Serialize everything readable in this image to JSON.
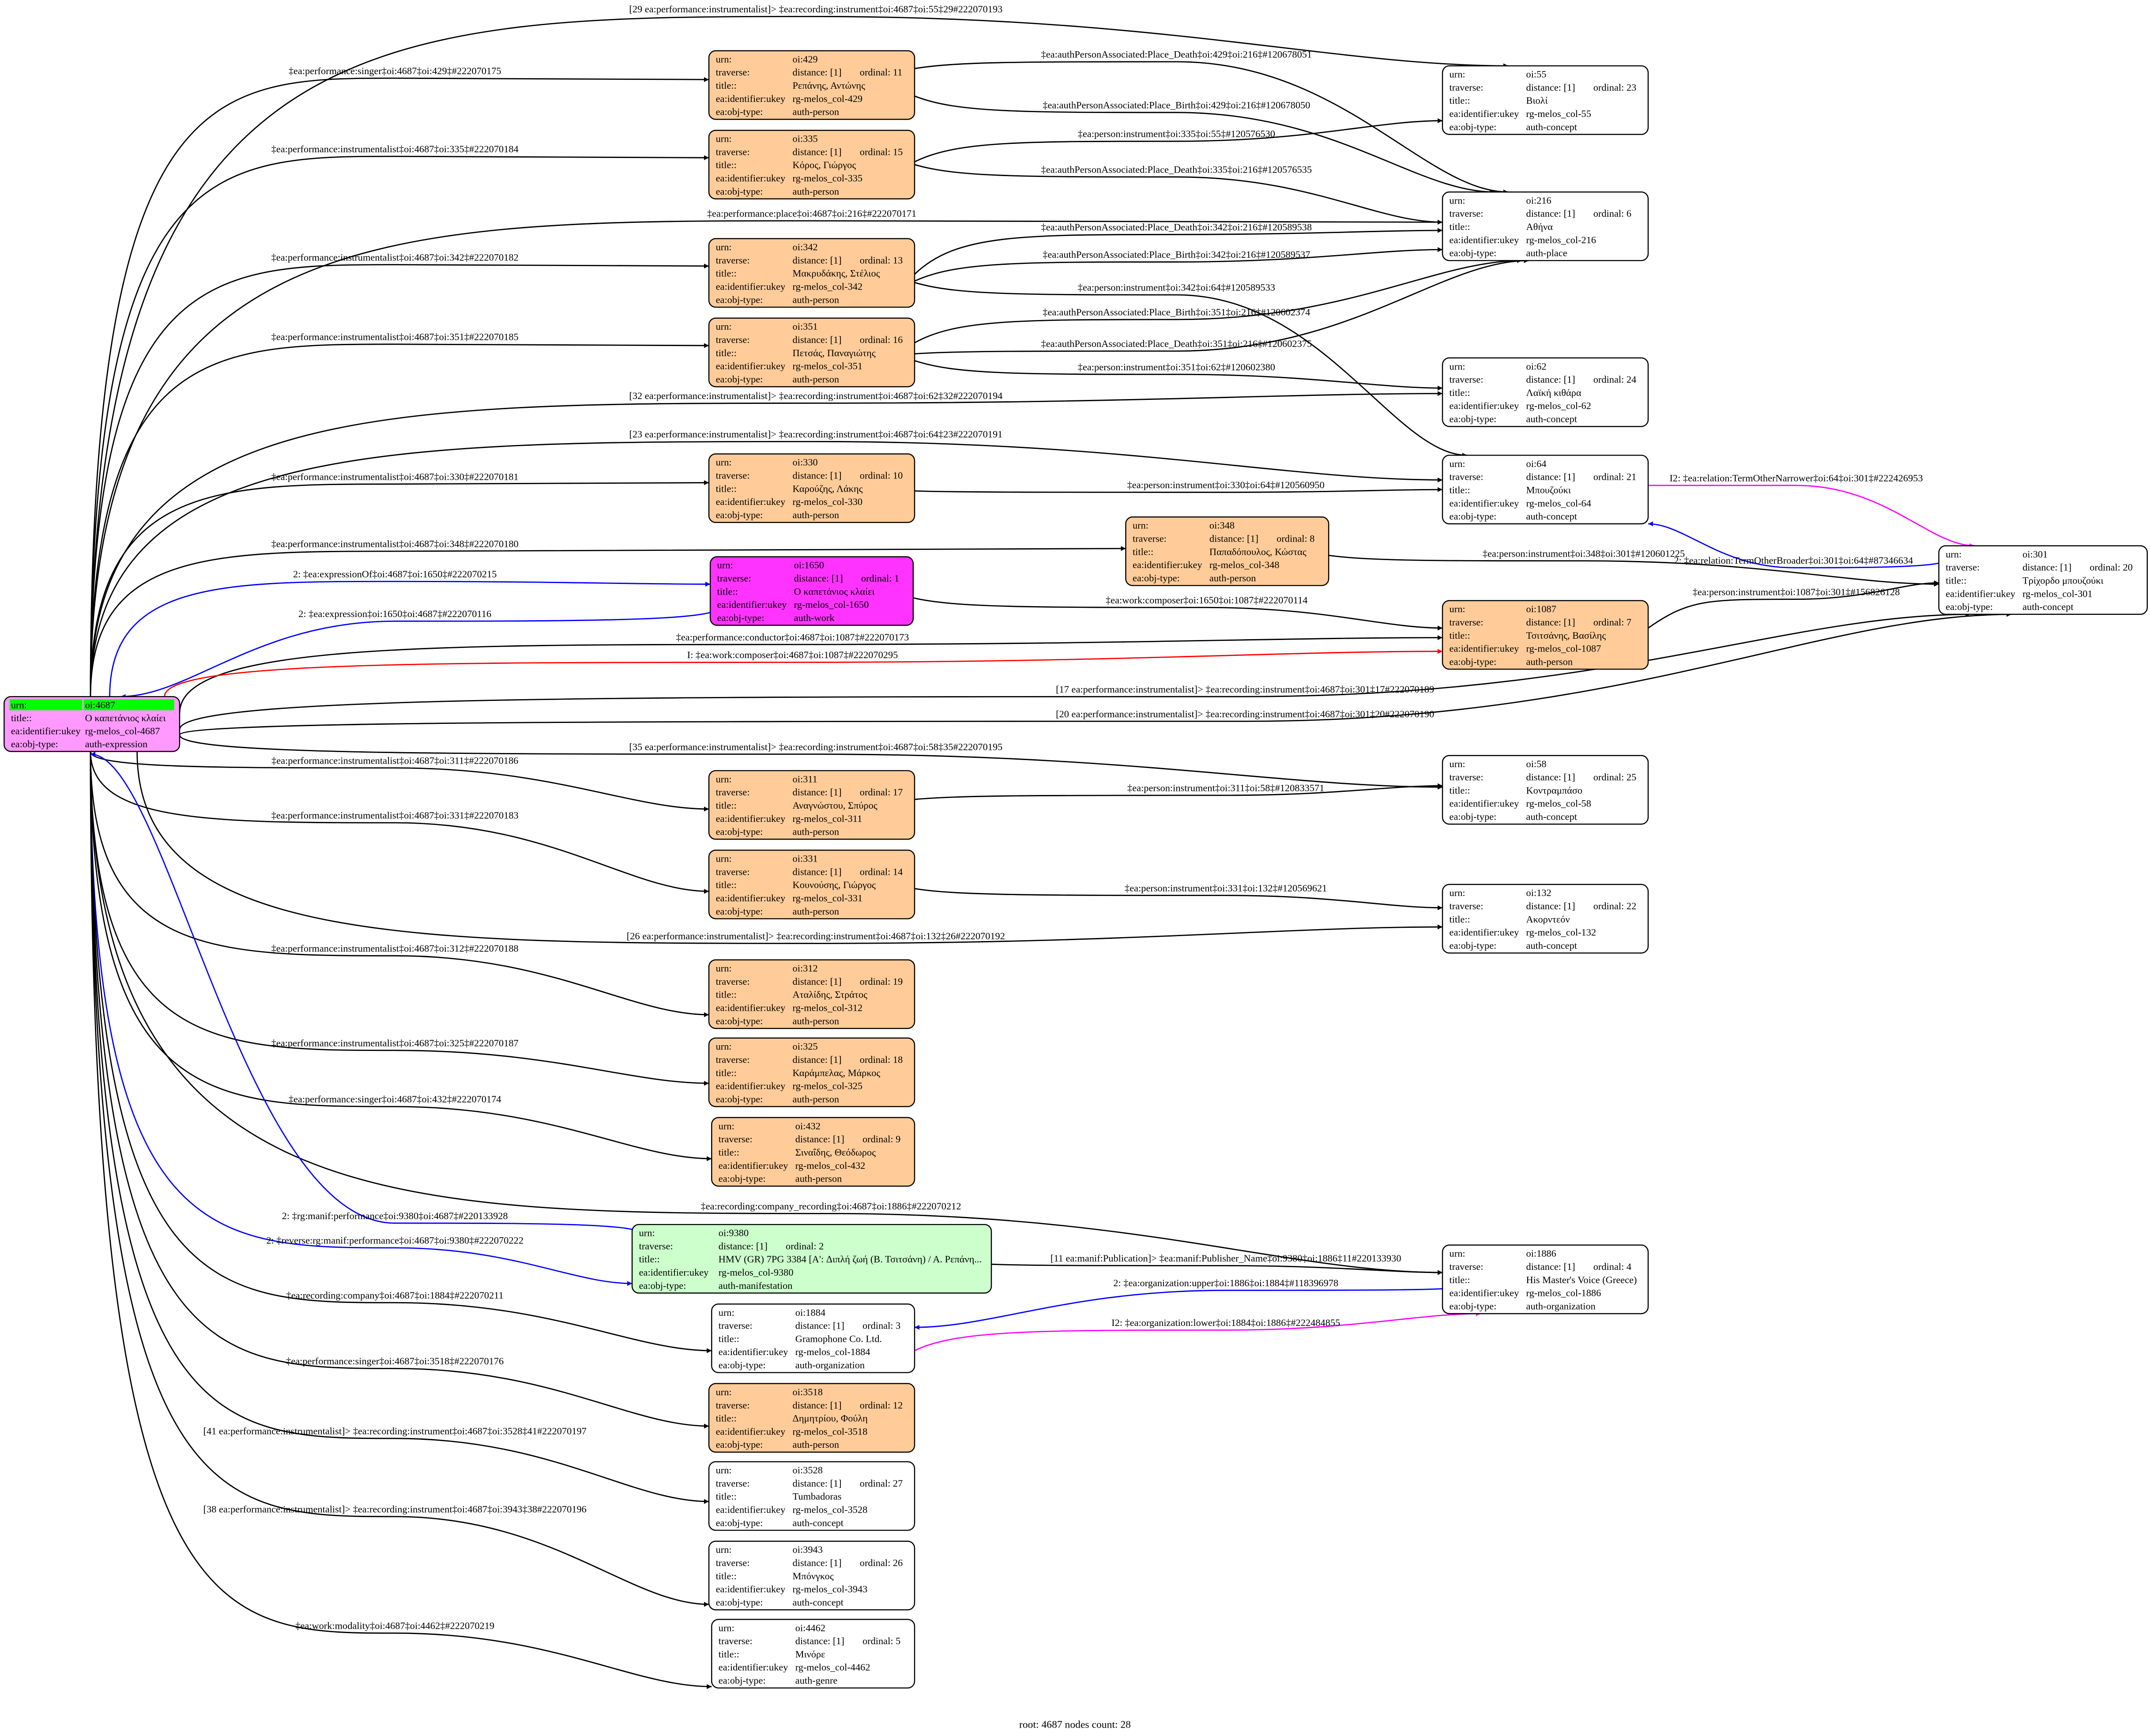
{
  "field_labels": {
    "urn": "urn:",
    "traverse": "traverse:",
    "title": "title::",
    "ukey": "ea:identifier:ukey",
    "type": "ea:obj-type:"
  },
  "colors": {
    "person": "#ffcc99",
    "work": "#ff33ff",
    "manifestation": "#ccffcc",
    "root": "#ff99ff",
    "root_highlight": "#00ff00",
    "concept": "#ffffff",
    "blue": "#0000ff",
    "red": "#ff0000",
    "magenta": "#ff00ff",
    "black": "#000000"
  },
  "footer": "root: 4687 nodes count: 28",
  "nodes": [
    {
      "urn": "oi:4687",
      "title": "Ο καπετάνιος κλαίει",
      "ukey": "rg-melos_col-4687",
      "type": "auth-expression",
      "fill": "#ff99ff",
      "root": true
    },
    {
      "urn": "oi:429",
      "traverse": "distance: [1]",
      "ordinal": "ordinal: 11",
      "title": "Ρεπάνης, Αντώνης",
      "ukey": "rg-melos_col-429",
      "type": "auth-person",
      "fill": "#ffcc99"
    },
    {
      "urn": "oi:335",
      "traverse": "distance: [1]",
      "ordinal": "ordinal: 15",
      "title": "Κόρος, Γιώργος",
      "ukey": "rg-melos_col-335",
      "type": "auth-person",
      "fill": "#ffcc99"
    },
    {
      "urn": "oi:342",
      "traverse": "distance: [1]",
      "ordinal": "ordinal: 13",
      "title": "Μακρυδάκης, Στέλιος",
      "ukey": "rg-melos_col-342",
      "type": "auth-person",
      "fill": "#ffcc99"
    },
    {
      "urn": "oi:351",
      "traverse": "distance: [1]",
      "ordinal": "ordinal: 16",
      "title": "Πετσάς, Παναγιώτης",
      "ukey": "rg-melos_col-351",
      "type": "auth-person",
      "fill": "#ffcc99"
    },
    {
      "urn": "oi:330",
      "traverse": "distance: [1]",
      "ordinal": "ordinal: 10",
      "title": "Καρούζης, Λάκης",
      "ukey": "rg-melos_col-330",
      "type": "auth-person",
      "fill": "#ffcc99"
    },
    {
      "urn": "oi:348",
      "traverse": "distance: [1]",
      "ordinal": "ordinal: 8",
      "title": "Παπαδόπουλος, Κώστας",
      "ukey": "rg-melos_col-348",
      "type": "auth-person",
      "fill": "#ffcc99"
    },
    {
      "urn": "oi:1650",
      "traverse": "distance: [1]",
      "ordinal": "ordinal: 1",
      "title": "Ο καπετάνιος κλαίει",
      "ukey": "rg-melos_col-1650",
      "type": "auth-work",
      "fill": "#ff33ff"
    },
    {
      "urn": "oi:1087",
      "traverse": "distance: [1]",
      "ordinal": "ordinal: 7",
      "title": "Τσιτσάνης, Βασίλης",
      "ukey": "rg-melos_col-1087",
      "type": "auth-person",
      "fill": "#ffcc99"
    },
    {
      "urn": "oi:311",
      "traverse": "distance: [1]",
      "ordinal": "ordinal: 17",
      "title": "Αναγνώστου, Σπύρος",
      "ukey": "rg-melos_col-311",
      "type": "auth-person",
      "fill": "#ffcc99"
    },
    {
      "urn": "oi:331",
      "traverse": "distance: [1]",
      "ordinal": "ordinal: 14",
      "title": "Κουνούσης, Γιώργος",
      "ukey": "rg-melos_col-331",
      "type": "auth-person",
      "fill": "#ffcc99"
    },
    {
      "urn": "oi:312",
      "traverse": "distance: [1]",
      "ordinal": "ordinal: 19",
      "title": "Αταλίδης, Στράτος",
      "ukey": "rg-melos_col-312",
      "type": "auth-person",
      "fill": "#ffcc99"
    },
    {
      "urn": "oi:325",
      "traverse": "distance: [1]",
      "ordinal": "ordinal: 18",
      "title": "Καράμπελας, Μάρκος",
      "ukey": "rg-melos_col-325",
      "type": "auth-person",
      "fill": "#ffcc99"
    },
    {
      "urn": "oi:432",
      "traverse": "distance: [1]",
      "ordinal": "ordinal: 9",
      "title": "Σιναΐδης, Θεόδωρος",
      "ukey": "rg-melos_col-432",
      "type": "auth-person",
      "fill": "#ffcc99"
    },
    {
      "urn": "oi:9380",
      "traverse": "distance: [1]",
      "ordinal": "ordinal: 2",
      "title": "HMV (GR) 7PG 3384 [A': Διπλή ζωή (Β. Τσιτσάνη) / Α. Ρεπάνη...",
      "ukey": "rg-melos_col-9380",
      "type": "auth-manifestation",
      "fill": "#ccffcc"
    },
    {
      "urn": "oi:1884",
      "traverse": "distance: [1]",
      "ordinal": "ordinal: 3",
      "title": "Gramophone Co. Ltd.",
      "ukey": "rg-melos_col-1884",
      "type": "auth-organization",
      "fill": "#ffffff"
    },
    {
      "urn": "oi:3518",
      "traverse": "distance: [1]",
      "ordinal": "ordinal: 12",
      "title": "Δημητρίου, Φούλη",
      "ukey": "rg-melos_col-3518",
      "type": "auth-person",
      "fill": "#ffcc99"
    },
    {
      "urn": "oi:3528",
      "traverse": "distance: [1]",
      "ordinal": "ordinal: 27",
      "title": "Tumbadoras",
      "ukey": "rg-melos_col-3528",
      "type": "auth-concept",
      "fill": "#ffffff"
    },
    {
      "urn": "oi:3943",
      "traverse": "distance: [1]",
      "ordinal": "ordinal: 26",
      "title": "Μπόνγκος",
      "ukey": "rg-melos_col-3943",
      "type": "auth-concept",
      "fill": "#ffffff"
    },
    {
      "urn": "oi:4462",
      "traverse": "distance: [1]",
      "ordinal": "ordinal: 5",
      "title": "Μινόρε",
      "ukey": "rg-melos_col-4462",
      "type": "auth-genre",
      "fill": "#ffffff"
    },
    {
      "urn": "oi:55",
      "traverse": "distance: [1]",
      "ordinal": "ordinal: 23",
      "title": "Βιολί",
      "ukey": "rg-melos_col-55",
      "type": "auth-concept",
      "fill": "#ffffff"
    },
    {
      "urn": "oi:216",
      "traverse": "distance: [1]",
      "ordinal": "ordinal: 6",
      "title": "Αθήνα",
      "ukey": "rg-melos_col-216",
      "type": "auth-place",
      "fill": "#ffffff"
    },
    {
      "urn": "oi:62",
      "traverse": "distance: [1]",
      "ordinal": "ordinal: 24",
      "title": "Λαϊκή κιθάρα",
      "ukey": "rg-melos_col-62",
      "type": "auth-concept",
      "fill": "#ffffff"
    },
    {
      "urn": "oi:64",
      "traverse": "distance: [1]",
      "ordinal": "ordinal: 21",
      "title": "Μπουζούκι",
      "ukey": "rg-melos_col-64",
      "type": "auth-concept",
      "fill": "#ffffff"
    },
    {
      "urn": "oi:301",
      "traverse": "distance: [1]",
      "ordinal": "ordinal: 20",
      "title": "Τρίχορδο μπουζούκι",
      "ukey": "rg-melos_col-301",
      "type": "auth-concept",
      "fill": "#ffffff"
    },
    {
      "urn": "oi:58",
      "traverse": "distance: [1]",
      "ordinal": "ordinal: 25",
      "title": "Κοντραμπάσο",
      "ukey": "rg-melos_col-58",
      "type": "auth-concept",
      "fill": "#ffffff"
    },
    {
      "urn": "oi:132",
      "traverse": "distance: [1]",
      "ordinal": "ordinal: 22",
      "title": "Ακορντεόν",
      "ukey": "rg-melos_col-132",
      "type": "auth-concept",
      "fill": "#ffffff"
    },
    {
      "urn": "oi:1886",
      "traverse": "distance: [1]",
      "ordinal": "ordinal: 4",
      "title": "His Master's Voice (Greece)",
      "ukey": "rg-melos_col-1886",
      "type": "auth-organization",
      "fill": "#ffffff"
    }
  ],
  "edges": [
    {
      "from": "oi:4687",
      "to": "oi:55",
      "label": "[29 ea:performance:instrumentalist]> ‡ea:recording:instrument‡oi:4687‡oi:55‡29#222070193",
      "color": "#000000"
    },
    {
      "from": "oi:4687",
      "to": "oi:429",
      "label": "‡ea:performance:singer‡oi:4687‡oi:429‡#222070175",
      "color": "#000000"
    },
    {
      "from": "oi:4687",
      "to": "oi:335",
      "label": "‡ea:performance:instrumentalist‡oi:4687‡oi:335‡#222070184",
      "color": "#000000"
    },
    {
      "from": "oi:4687",
      "to": "oi:216",
      "label": "‡ea:performance:place‡oi:4687‡oi:216‡#222070171",
      "color": "#000000"
    },
    {
      "from": "oi:4687",
      "to": "oi:342",
      "label": "‡ea:performance:instrumentalist‡oi:4687‡oi:342‡#222070182",
      "color": "#000000"
    },
    {
      "from": "oi:4687",
      "to": "oi:351",
      "label": "‡ea:performance:instrumentalist‡oi:4687‡oi:351‡#222070185",
      "color": "#000000"
    },
    {
      "from": "oi:4687",
      "to": "oi:62",
      "label": "[32 ea:performance:instrumentalist]> ‡ea:recording:instrument‡oi:4687‡oi:62‡32#222070194",
      "color": "#000000"
    },
    {
      "from": "oi:4687",
      "to": "oi:64",
      "label": "[23 ea:performance:instrumentalist]> ‡ea:recording:instrument‡oi:4687‡oi:64‡23#222070191",
      "color": "#000000"
    },
    {
      "from": "oi:4687",
      "to": "oi:330",
      "label": "‡ea:performance:instrumentalist‡oi:4687‡oi:330‡#222070181",
      "color": "#000000"
    },
    {
      "from": "oi:4687",
      "to": "oi:348",
      "label": "‡ea:performance:instrumentalist‡oi:4687‡oi:348‡#222070180",
      "color": "#000000"
    },
    {
      "from": "oi:4687",
      "to": "oi:1650",
      "label": "2: ‡ea:expressionOf‡oi:4687‡oi:1650‡#222070215",
      "color": "#0000ff"
    },
    {
      "from": "oi:1650",
      "to": "oi:4687",
      "label": "2: ‡ea:expression‡oi:1650‡oi:4687‡#222070116",
      "color": "#0000ff"
    },
    {
      "from": "oi:4687",
      "to": "oi:1087",
      "label": "‡ea:performance:conductor‡oi:4687‡oi:1087‡#222070173",
      "color": "#000000"
    },
    {
      "from": "oi:4687",
      "to": "oi:1087",
      "label": "I: ‡ea:work:composer‡oi:4687‡oi:1087‡#222070295",
      "color": "#ff0000"
    },
    {
      "from": "oi:4687",
      "to": "oi:301",
      "label": "[17 ea:performance:instrumentalist]> ‡ea:recording:instrument‡oi:4687‡oi:301‡17#222070189",
      "color": "#000000"
    },
    {
      "from": "oi:4687",
      "to": "oi:301",
      "label": "[20 ea:performance:instrumentalist]> ‡ea:recording:instrument‡oi:4687‡oi:301‡20#222070190",
      "color": "#000000"
    },
    {
      "from": "oi:4687",
      "to": "oi:58",
      "label": "[35 ea:performance:instrumentalist]> ‡ea:recording:instrument‡oi:4687‡oi:58‡35#222070195",
      "color": "#000000"
    },
    {
      "from": "oi:4687",
      "to": "oi:311",
      "label": "‡ea:performance:instrumentalist‡oi:4687‡oi:311‡#222070186",
      "color": "#000000"
    },
    {
      "from": "oi:4687",
      "to": "oi:331",
      "label": "‡ea:performance:instrumentalist‡oi:4687‡oi:331‡#222070183",
      "color": "#000000"
    },
    {
      "from": "oi:4687",
      "to": "oi:132",
      "label": "[26 ea:performance:instrumentalist]> ‡ea:recording:instrument‡oi:4687‡oi:132‡26#222070192",
      "color": "#000000"
    },
    {
      "from": "oi:4687",
      "to": "oi:312",
      "label": "‡ea:performance:instrumentalist‡oi:4687‡oi:312‡#222070188",
      "color": "#000000"
    },
    {
      "from": "oi:4687",
      "to": "oi:325",
      "label": "‡ea:performance:instrumentalist‡oi:4687‡oi:325‡#222070187",
      "color": "#000000"
    },
    {
      "from": "oi:4687",
      "to": "oi:432",
      "label": "‡ea:performance:singer‡oi:4687‡oi:432‡#222070174",
      "color": "#000000"
    },
    {
      "from": "oi:4687",
      "to": "oi:1886",
      "label": "‡ea:recording:company_recording‡oi:4687‡oi:1886‡#222070212",
      "color": "#000000"
    },
    {
      "from": "oi:9380",
      "to": "oi:4687",
      "label": "2: ‡rg:manif:performance‡oi:9380‡oi:4687‡#220133928",
      "color": "#0000ff"
    },
    {
      "from": "oi:4687",
      "to": "oi:9380",
      "label": "2: ‡reverse:rg:manif:performance‡oi:4687‡oi:9380‡#222070222",
      "color": "#0000ff"
    },
    {
      "from": "oi:4687",
      "to": "oi:1884",
      "label": "‡ea:recording:company‡oi:4687‡oi:1884‡#222070211",
      "color": "#000000"
    },
    {
      "from": "oi:4687",
      "to": "oi:3518",
      "label": "‡ea:performance:singer‡oi:4687‡oi:3518‡#222070176",
      "color": "#000000"
    },
    {
      "from": "oi:4687",
      "to": "oi:3528",
      "label": "[41 ea:performance:instrumentalist]> ‡ea:recording:instrument‡oi:4687‡oi:3528‡41#222070197",
      "color": "#000000"
    },
    {
      "from": "oi:4687",
      "to": "oi:3943",
      "label": "[38 ea:performance:instrumentalist]> ‡ea:recording:instrument‡oi:4687‡oi:3943‡38#222070196",
      "color": "#000000"
    },
    {
      "from": "oi:4687",
      "to": "oi:4462",
      "label": "‡ea:work:modality‡oi:4687‡oi:4462‡#222070219",
      "color": "#000000"
    },
    {
      "from": "oi:429",
      "to": "oi:216",
      "label": "‡ea:authPersonAssociated:Place_Death‡oi:429‡oi:216‡#120678051",
      "color": "#000000"
    },
    {
      "from": "oi:429",
      "to": "oi:216",
      "label": "‡ea:authPersonAssociated:Place_Birth‡oi:429‡oi:216‡#120678050",
      "color": "#000000"
    },
    {
      "from": "oi:335",
      "to": "oi:55",
      "label": "‡ea:person:instrument‡oi:335‡oi:55‡#120576530",
      "color": "#000000"
    },
    {
      "from": "oi:335",
      "to": "oi:216",
      "label": "‡ea:authPersonAssociated:Place_Death‡oi:335‡oi:216‡#120576535",
      "color": "#000000"
    },
    {
      "from": "oi:342",
      "to": "oi:216",
      "label": "‡ea:authPersonAssociated:Place_Death‡oi:342‡oi:216‡#120589538",
      "color": "#000000"
    },
    {
      "from": "oi:342",
      "to": "oi:216",
      "label": "‡ea:authPersonAssociated:Place_Birth‡oi:342‡oi:216‡#120589537",
      "color": "#000000"
    },
    {
      "from": "oi:342",
      "to": "oi:64",
      "label": "‡ea:person:instrument‡oi:342‡oi:64‡#120589533",
      "color": "#000000"
    },
    {
      "from": "oi:351",
      "to": "oi:216",
      "label": "‡ea:authPersonAssociated:Place_Birth‡oi:351‡oi:216‡#120602374",
      "color": "#000000"
    },
    {
      "from": "oi:351",
      "to": "oi:216",
      "label": "‡ea:authPersonAssociated:Place_Death‡oi:351‡oi:216‡#120602375",
      "color": "#000000"
    },
    {
      "from": "oi:351",
      "to": "oi:62",
      "label": "‡ea:person:instrument‡oi:351‡oi:62‡#120602380",
      "color": "#000000"
    },
    {
      "from": "oi:330",
      "to": "oi:64",
      "label": "‡ea:person:instrument‡oi:330‡oi:64‡#120560950",
      "color": "#000000"
    },
    {
      "from": "oi:348",
      "to": "oi:301",
      "label": "‡ea:person:instrument‡oi:348‡oi:301‡#120601225",
      "color": "#000000"
    },
    {
      "from": "oi:1650",
      "to": "oi:1087",
      "label": "‡ea:work:composer‡oi:1650‡oi:1087‡#222070114",
      "color": "#000000"
    },
    {
      "from": "oi:1087",
      "to": "oi:301",
      "label": "‡ea:person:instrument‡oi:1087‡oi:301‡#156826128",
      "color": "#000000"
    },
    {
      "from": "oi:64",
      "to": "oi:301",
      "label": "I2: ‡ea:relation:TermOtherNarrower‡oi:64‡oi:301‡#222426953",
      "color": "#ff00ff"
    },
    {
      "from": "oi:301",
      "to": "oi:64",
      "label": "2: ‡ea:relation:TermOtherBroader‡oi:301‡oi:64‡#87346634",
      "color": "#0000ff"
    },
    {
      "from": "oi:311",
      "to": "oi:58",
      "label": "‡ea:person:instrument‡oi:311‡oi:58‡#120833571",
      "color": "#000000"
    },
    {
      "from": "oi:331",
      "to": "oi:132",
      "label": "‡ea:person:instrument‡oi:331‡oi:132‡#120569621",
      "color": "#000000"
    },
    {
      "from": "oi:9380",
      "to": "oi:1886",
      "label": "[11 ea:manif:Publication]> ‡ea:manif:Publisher_Name‡oi:9380‡oi:1886‡11#220133930",
      "color": "#000000"
    },
    {
      "from": "oi:1886",
      "to": "oi:1884",
      "label": "2: ‡ea:organization:upper‡oi:1886‡oi:1884‡#118396978",
      "color": "#0000ff"
    },
    {
      "from": "oi:1884",
      "to": "oi:1886",
      "label": "I2: ‡ea:organization:lower‡oi:1884‡oi:1886‡#222484855",
      "color": "#ff00ff"
    }
  ]
}
